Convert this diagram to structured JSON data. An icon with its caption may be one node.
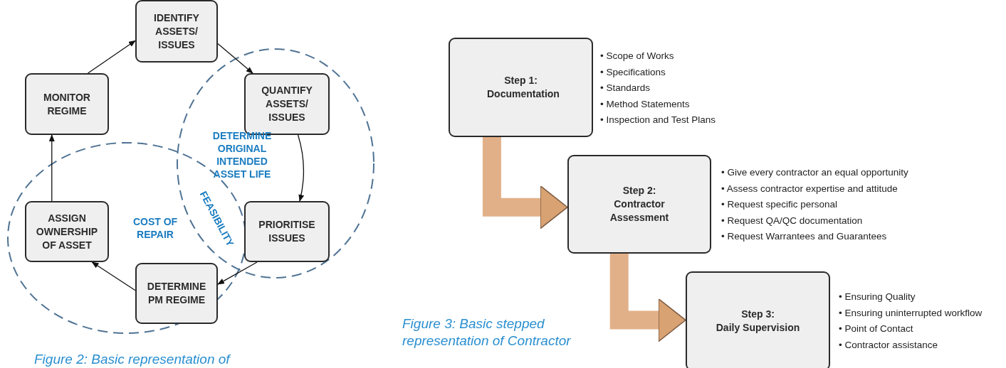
{
  "diagram": {
    "nodes": [
      {
        "text": [
          "IDENTIFY ASSETS/ ISSUES"
        ]
      },
      {
        "text": [
          "QUANTIFY ASSETS/ ISSUES"
        ]
      },
      {
        "text": [
          "PRIORITISE ISSUES"
        ]
      },
      {
        "text": [
          "DETERMINE PM REGIME"
        ]
      },
      {
        "text": [
          "ASSIGN OWNERSHIP OF ASSET"
        ]
      },
      {
        "text": [
          "MONITOR REGIME"
        ]
      },
      {
        "text": [
          "Step 1:",
          "Documentation"
        ],
        "beside": [
          "• Scope of Works",
          "• Specifications",
          "• Standards",
          "• Method Statements",
          "• Inspection and Test Plans"
        ]
      },
      {
        "text": [
          "Step 2:",
          "Contractor Assessment"
        ],
        "beside": [
          "• Give every contractor an equal opportunity",
          "• Assess contractor expertise and attitude",
          "• Request specific personal",
          "• Request QA/QC documentation",
          "• Request Warrantees and Guarantees"
        ]
      },
      {
        "text": [
          "Step 3:",
          "Daily Supervision"
        ],
        "beside": [
          "• Ensuring Quality",
          "• Ensuring uninterrupted workflow",
          "• Point of Contact",
          "• Contractor assistance"
        ]
      }
    ],
    "edges": [
      {
        "from": 0,
        "to": 1,
        "arrow": "to"
      },
      {
        "from": 1,
        "to": 2,
        "arrow": "to"
      },
      {
        "from": 2,
        "to": 3,
        "arrow": "to"
      },
      {
        "from": 3,
        "to": 4,
        "arrow": "to"
      },
      {
        "from": 4,
        "to": 5,
        "arrow": "to"
      },
      {
        "from": 5,
        "to": 0,
        "arrow": "to"
      },
      {
        "from": 6,
        "to": 7,
        "arrow": "to",
        "style": "thick",
        "color": "#e2b088"
      },
      {
        "from": 7,
        "to": 8,
        "arrow": "to",
        "style": "thick",
        "color": "#e2b088"
      }
    ],
    "labels": [
      "DETERMINE ORIGINAL INTENDED ASSET LIFE",
      "COST OF REPAIR",
      "FEASIBILITY",
      "Figure 2: Basic representation of",
      "Figure 3: Basic stepped representation of Contractor"
    ]
  }
}
